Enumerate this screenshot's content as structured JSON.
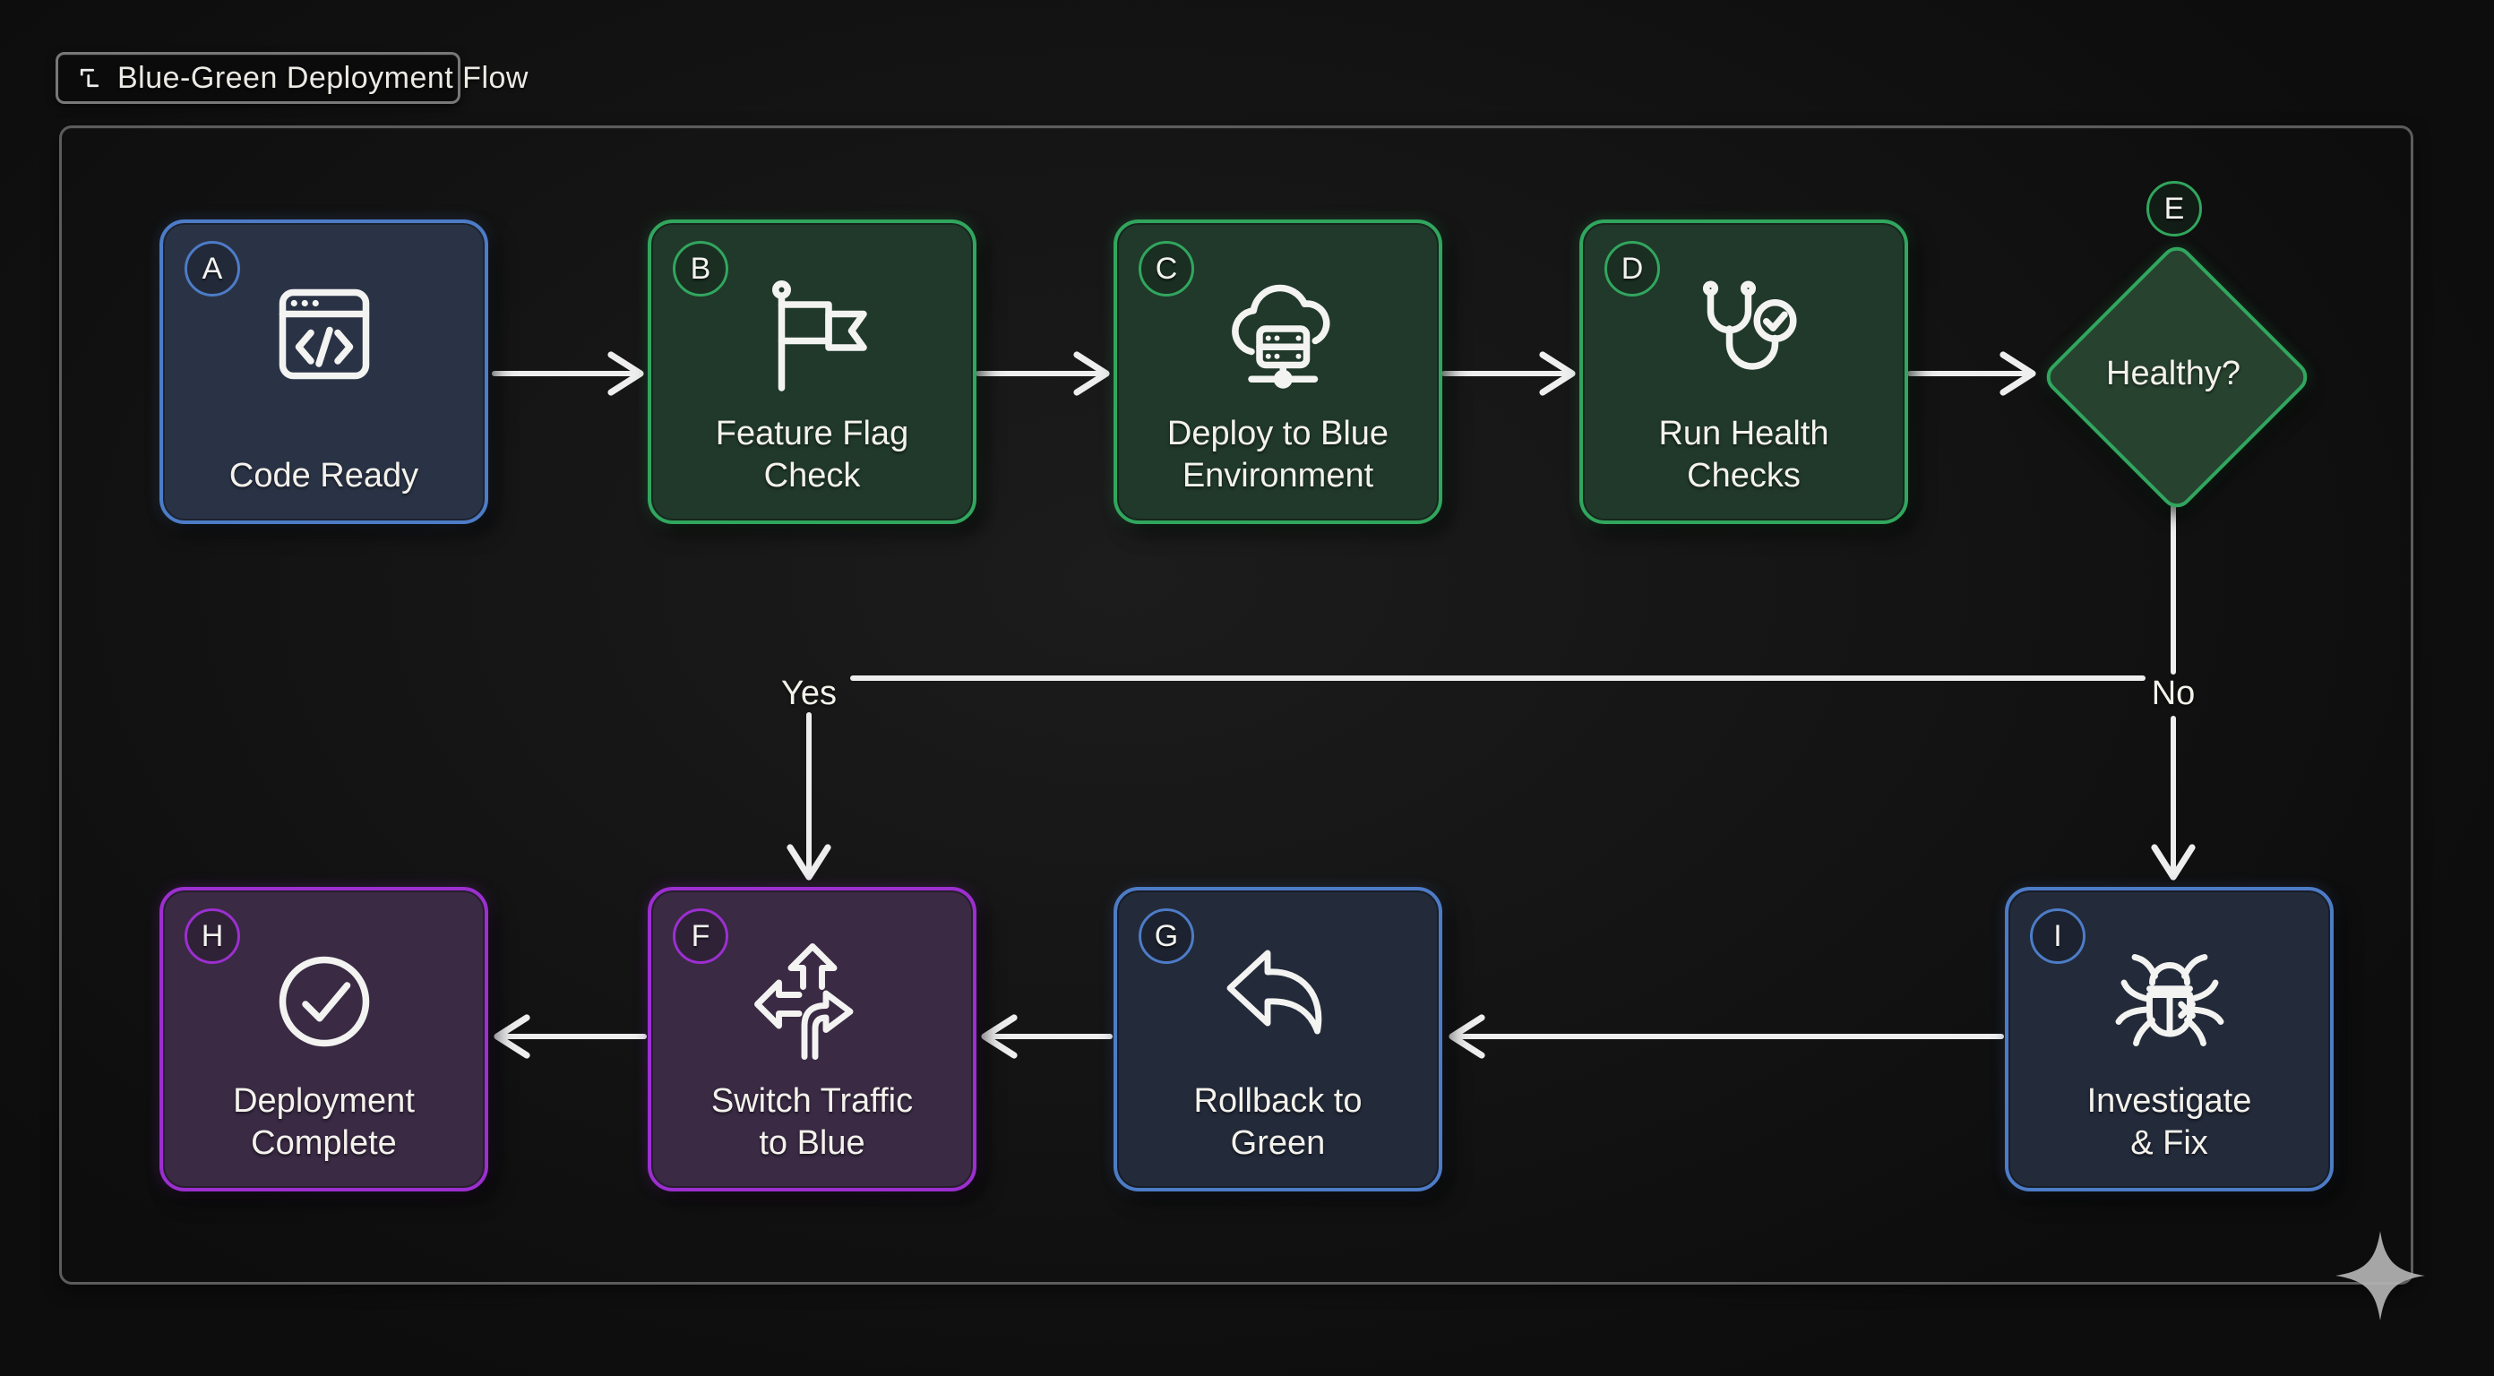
{
  "title": {
    "text": "Blue-Green Deployment Flow",
    "icon": "flow-connector-icon"
  },
  "branch_labels": {
    "yes": "Yes",
    "no": "No"
  },
  "colors": {
    "background": "#141414",
    "frame_border": "#5c5c5c",
    "arrow": "#eeeeee",
    "blue_border": "#4d7cc7",
    "green_border": "#31a65e",
    "purple_border": "#9c2fd0",
    "text": "#f2f1ed"
  },
  "nodes": [
    {
      "id": "A",
      "label_line1": "Code Ready",
      "label_line2": "",
      "icon": "code-window-icon",
      "scheme": "blue"
    },
    {
      "id": "B",
      "label_line1": "Feature Flag",
      "label_line2": "Check",
      "icon": "flag-icon",
      "scheme": "green"
    },
    {
      "id": "C",
      "label_line1": "Deploy to Blue",
      "label_line2": "Environment",
      "icon": "cloud-server-icon",
      "scheme": "green"
    },
    {
      "id": "D",
      "label_line1": "Run Health",
      "label_line2": "Checks",
      "icon": "stethoscope-icon",
      "scheme": "green"
    },
    {
      "id": "E",
      "label": "Healthy?",
      "shape": "diamond",
      "icon": "",
      "scheme": "green"
    },
    {
      "id": "F",
      "label_line1": "Switch Traffic",
      "label_line2": "to Blue",
      "icon": "directions-icon",
      "scheme": "purple"
    },
    {
      "id": "G",
      "label_line1": "Rollback to",
      "label_line2": "Green",
      "icon": "undo-arrow-icon",
      "scheme": "navy"
    },
    {
      "id": "H",
      "label_line1": "Deployment",
      "label_line2": "Complete",
      "icon": "check-circle-icon",
      "scheme": "purple"
    },
    {
      "id": "I",
      "label_line1": "Investigate",
      "label_line2": "& Fix",
      "icon": "bug-icon",
      "scheme": "navy"
    }
  ],
  "edges": [
    {
      "from": "A",
      "to": "B",
      "label": ""
    },
    {
      "from": "B",
      "to": "C",
      "label": ""
    },
    {
      "from": "C",
      "to": "D",
      "label": ""
    },
    {
      "from": "D",
      "to": "E",
      "label": ""
    },
    {
      "from": "E",
      "to": "F",
      "label": "Yes"
    },
    {
      "from": "E",
      "to": "I",
      "label": "No"
    },
    {
      "from": "I",
      "to": "G",
      "label": ""
    },
    {
      "from": "G",
      "to": "F",
      "label": ""
    },
    {
      "from": "F",
      "to": "H",
      "label": ""
    }
  ]
}
